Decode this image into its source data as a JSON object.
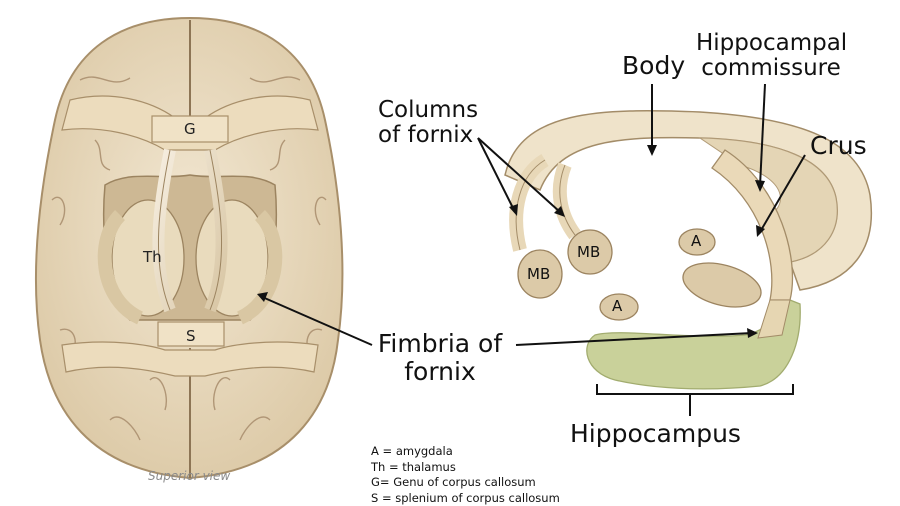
{
  "brain": {
    "genu_label": "G",
    "thalamus_label": "Th",
    "splenium_label": "S",
    "caption": "Superior view"
  },
  "fornix": {
    "body_label": "Body",
    "hippocampal_commissure_line1": "Hippocampal",
    "hippocampal_commissure_line2": "commissure",
    "columns_line1": "Columns",
    "columns_line2": "of fornix",
    "crus_label": "Crus",
    "fimbria_line1": "Fimbria of",
    "fimbria_line2": "fornix",
    "hippocampus_label": "Hippocampus",
    "mammillary_body_1": "MB",
    "mammillary_body_2": "MB",
    "amygdala_1": "A",
    "amygdala_2": "A"
  },
  "legend": [
    "A = amygdala",
    "Th = thalamus",
    "G= Genu of corpus callosum",
    "S = splenium of corpus callosum"
  ],
  "colors": {
    "tissue": "#e6d6b8",
    "tissue_dark": "#b39e7c",
    "hippocampus": "#c9d19a"
  }
}
